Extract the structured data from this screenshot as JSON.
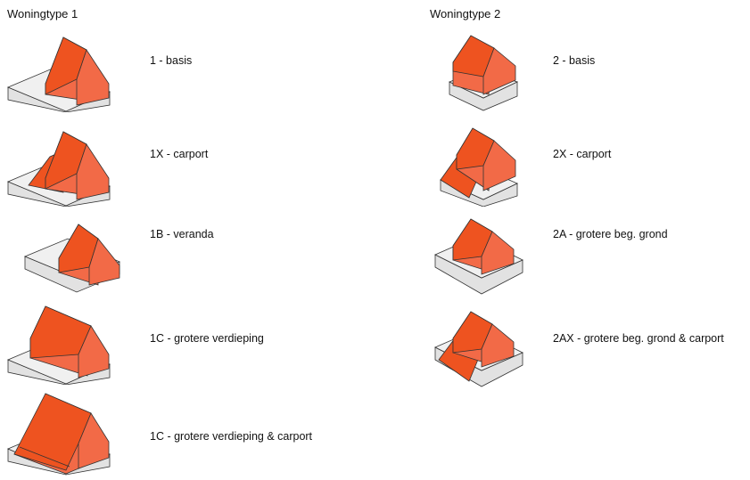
{
  "columns": [
    {
      "title": "Woningtype 1",
      "items": [
        {
          "label": "1 - basis",
          "variant": "base"
        },
        {
          "label": "1X  - carport",
          "variant": "carport"
        },
        {
          "label": "1B  - veranda",
          "variant": "veranda"
        },
        {
          "label": "1C  - grotere verdieping",
          "variant": "big-upper"
        },
        {
          "label": "1C  - grotere verdieping & carport",
          "variant": "big-upper-carport"
        }
      ]
    },
    {
      "title": "Woningtype 2",
      "items": [
        {
          "label": "2 - basis",
          "variant": "type2-base"
        },
        {
          "label": "2X  - carport",
          "variant": "type2-carport"
        },
        {
          "label": "2A  - grotere beg. grond",
          "variant": "type2-bigger-ground"
        },
        {
          "label": "2AX  - grotere beg. grond & carport",
          "variant": "type2-bigger-ground-carport"
        }
      ]
    }
  ],
  "colors": {
    "roof_dark": "#ee5320",
    "roof_light": "#f26a47",
    "base_top": "#f0f0f0",
    "base_side": "#e2e2e2",
    "outline": "#333333"
  }
}
